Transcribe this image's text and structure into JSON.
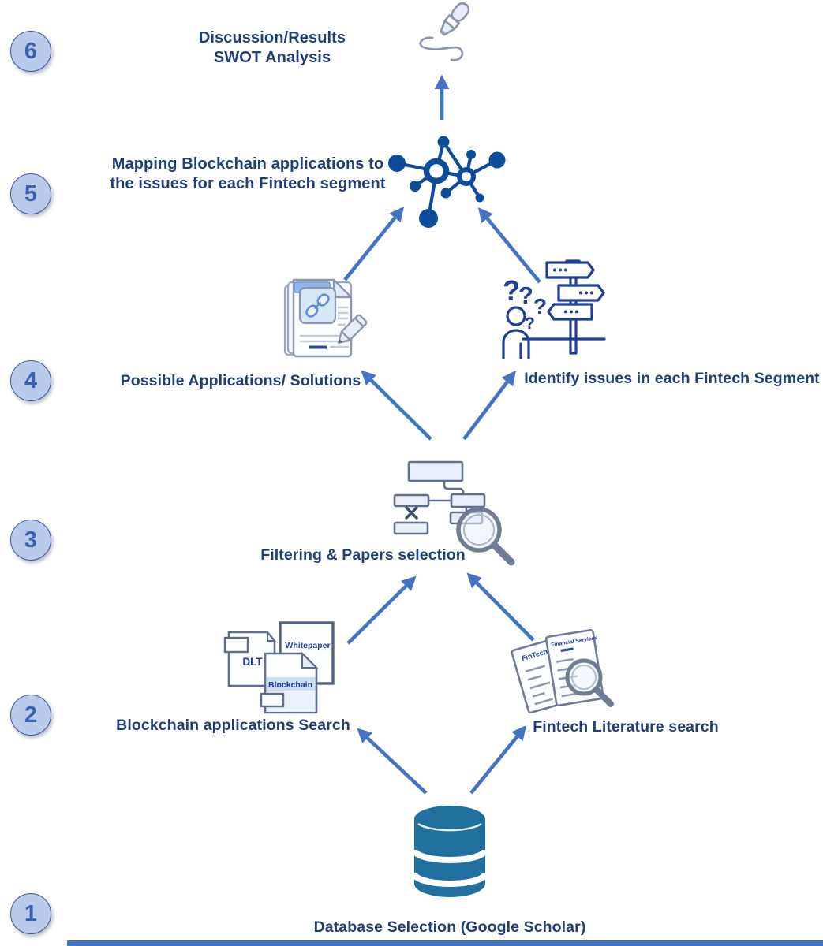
{
  "palette": {
    "accent_arrow": "#4472C4",
    "label_navy": "#1F3E78",
    "icon_outline_gray": "#707C96",
    "icon_navy": "#1E3E97",
    "network_blue": "#0D4C9A",
    "database_blue": "#20719F",
    "step_circle_fill": "#B9CBEA",
    "step_circle_border": "#41589E"
  },
  "steps": [
    "6",
    "5",
    "4",
    "3",
    "2",
    "1"
  ],
  "labels": {
    "step6_line1": "Discussion/Results",
    "step6_line2": "SWOT Analysis",
    "step5_line1": "Mapping Blockchain applications to",
    "step5_line2": "the issues for each Fintech segment",
    "step4_left": "Possible Applications/ Solutions",
    "step4_right": "Identify issues in each Fintech Segment",
    "step3": "Filtering & Papers selection",
    "step2_left": "Blockchain applications Search",
    "step2_right": "Fintech Literature search",
    "step1": "Database Selection (Google Scholar)"
  },
  "icon_text": {
    "dlt": "DLT",
    "whitepaper": "Whitepaper",
    "blockchain": "Blockchain",
    "fintech": "FinTech",
    "financial_services": "Financial Services",
    "question_mark": "?"
  },
  "icons": [
    "pen-signature-icon",
    "network-nodes-icon",
    "documents-link-icon",
    "person-signpost-icon",
    "filter-flowchart-icon",
    "magnifier-icon",
    "blockchain-docs-icon",
    "fintech-docs-icon",
    "database-icon"
  ]
}
